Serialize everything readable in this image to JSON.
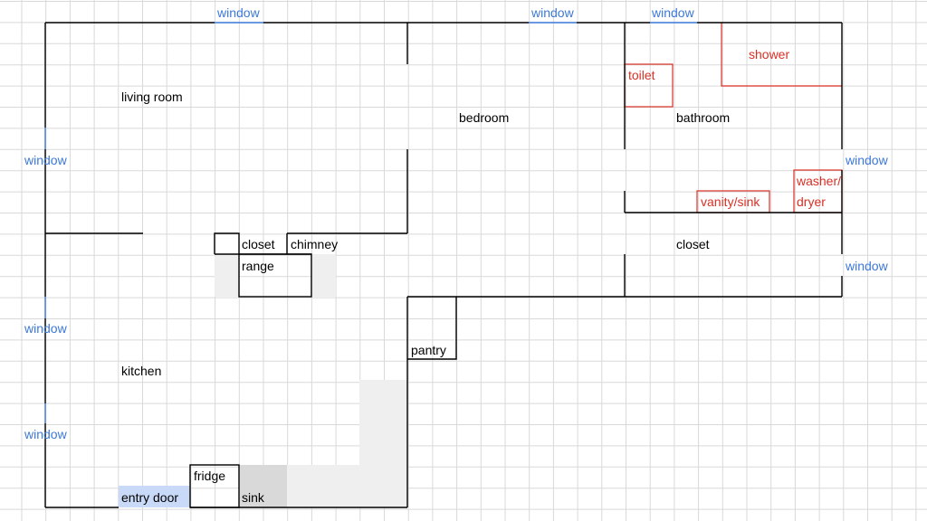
{
  "colors": {
    "wall": "#000000",
    "fixture": "#d93025",
    "window": "#3c78d8",
    "grid": "#d9d9d9",
    "counter_fill": "#efefef",
    "sink_fill": "#d9d9d9",
    "door_fill": "#c9daf8"
  },
  "rooms": {
    "living_room": "living room",
    "bedroom": "bedroom",
    "bathroom": "bathroom",
    "kitchen": "kitchen",
    "closet_left": "closet",
    "closet_right": "closet",
    "chimney": "chimney",
    "range": "range",
    "pantry": "pantry",
    "fridge": "fridge",
    "sink": "sink",
    "entry_door": "entry door"
  },
  "fixtures": {
    "toilet": "toilet",
    "shower": "shower",
    "vanity_sink": "vanity/sink",
    "washer_line1": "washer/",
    "washer_line2": "dryer"
  },
  "windows": {
    "top_left": "window",
    "top_middle": "window",
    "top_right": "window",
    "left_upper": "window",
    "left_middle": "window",
    "left_lower": "window",
    "right_upper": "window",
    "right_lower": "window"
  }
}
